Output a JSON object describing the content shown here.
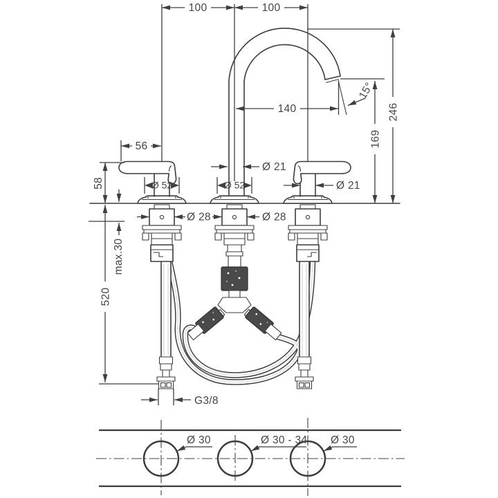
{
  "drawing": {
    "subject": "3-hole basin mixer technical dimension drawing",
    "colors": {
      "line": "#3f3f3f",
      "text": "#454545",
      "background": "#ffffff",
      "hose_fitting": "#4a4a4a"
    },
    "front_view": {
      "dim_spacing_left": "100",
      "dim_spacing_right": "100",
      "dim_spout_reach": "140",
      "dim_jet_angle": "15°",
      "dim_height_total": "246",
      "dim_height_outlet": "169",
      "dim_spout_pipe_diameter": "Ø 21",
      "dim_handle_length": "56",
      "dim_handle_height": "58",
      "dim_rosette_left": "Ø 52",
      "dim_rosette_middle": "Ø 52",
      "dim_handle_diameter_right": "Ø 21",
      "dim_shank_left": "Ø 28",
      "dim_shank_middle": "Ø 28",
      "dim_max_mounting_thickness": "max.30",
      "dim_hose_length": "520",
      "dim_supply_thread": "G3/8"
    },
    "plan_view": {
      "dim_hole_left": "Ø 30",
      "dim_hole_middle": "Ø 30 - 34",
      "dim_hole_right": "Ø 30"
    }
  }
}
